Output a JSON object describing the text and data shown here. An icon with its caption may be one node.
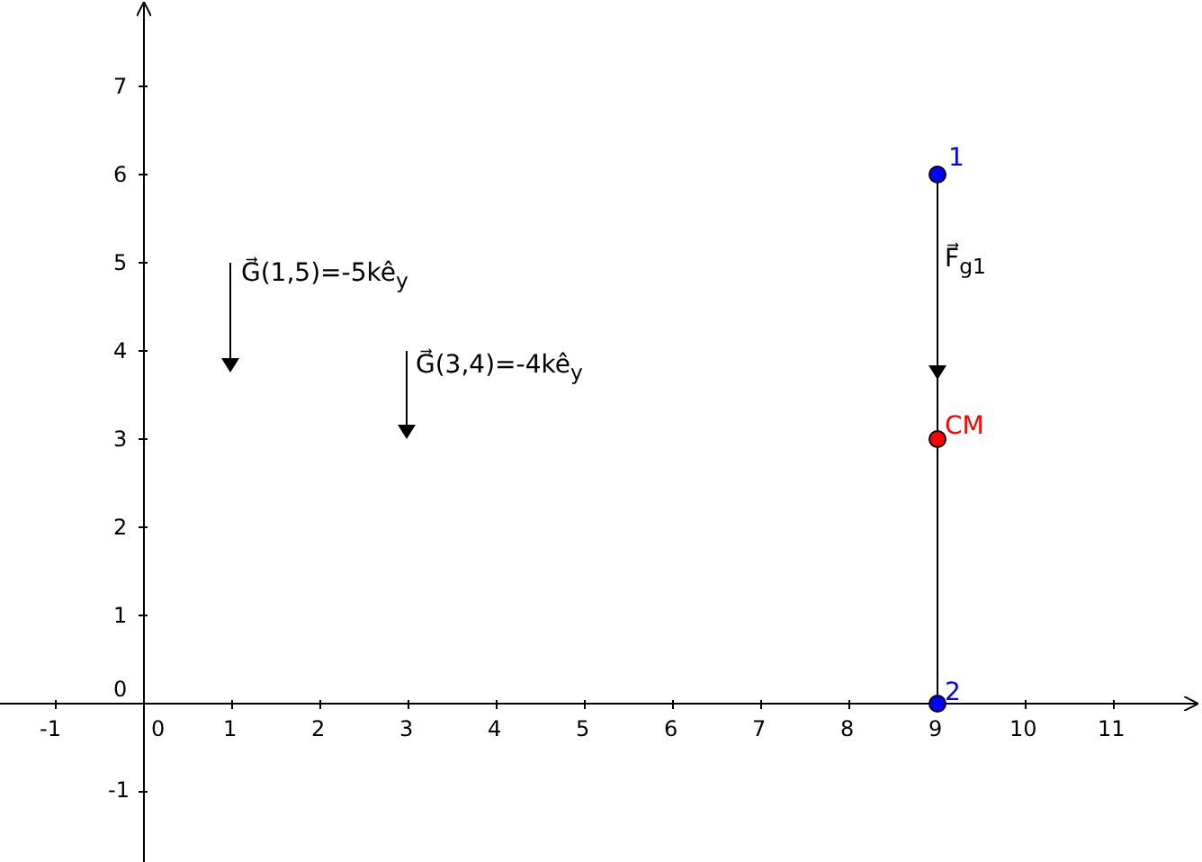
{
  "diagram": {
    "nodes": [
      {
        "text": [],
        "shape": "circle",
        "beside": [
          "1"
        ]
      },
      {
        "text": [],
        "shape": "circle",
        "beside": [
          "CM"
        ]
      },
      {
        "text": [],
        "shape": "circle",
        "beside": [
          "2"
        ]
      }
    ],
    "edges": [
      {
        "from": 0,
        "to": 1,
        "arrow": "none"
      },
      {
        "from": 1,
        "to": 2,
        "arrow": "none"
      }
    ],
    "labels": [
      "7",
      "6",
      "5",
      "G⃗(1,5)=-5kê$_{y}$",
      "F⃗$_{g1}$",
      "4",
      "G⃗(3,4)=-4kê$_{y}$",
      "3",
      "2",
      "1",
      "0",
      "-1",
      "0",
      "1",
      "2",
      "3",
      "4",
      "5",
      "6",
      "7",
      "8",
      "9",
      "10",
      "11",
      "-1"
    ]
  }
}
